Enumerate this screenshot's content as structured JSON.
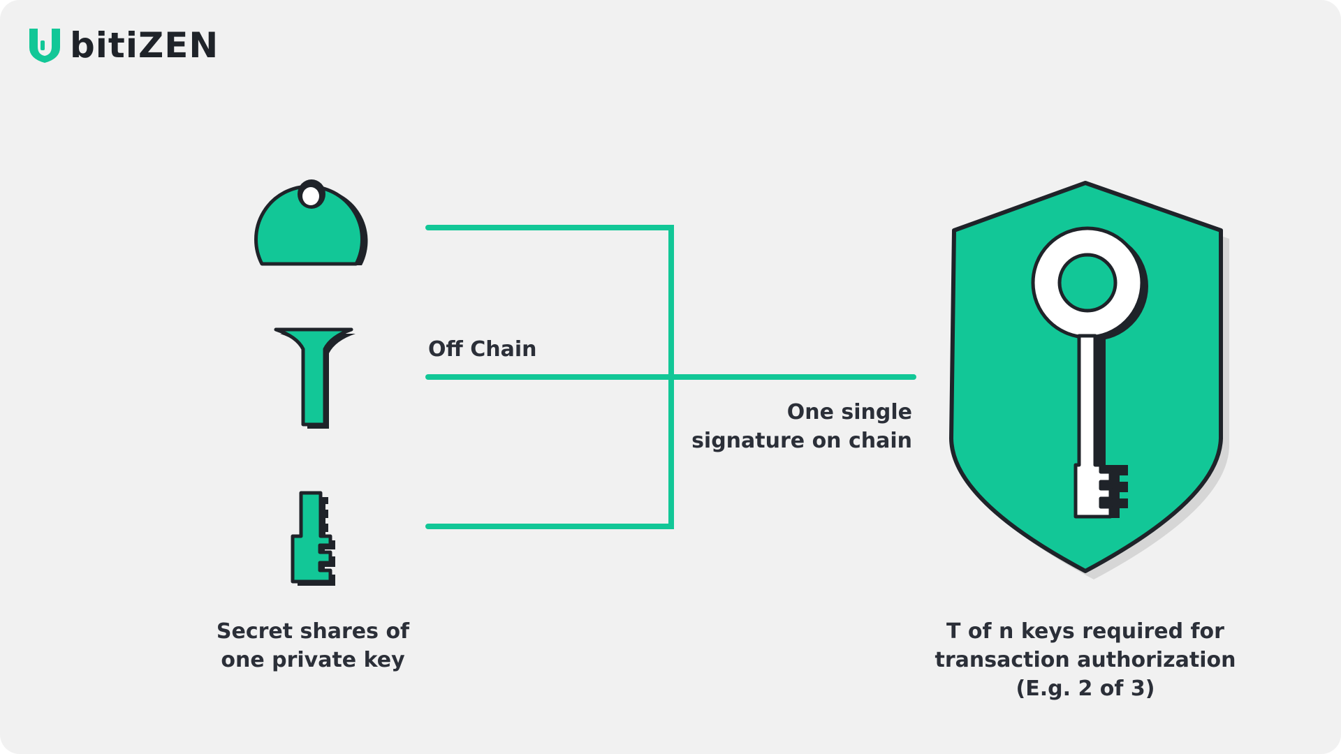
{
  "brand": {
    "name": "bitiZEN",
    "logo_icon": "shield-b-icon",
    "accent_color": "#12c797",
    "text_color": "#1f2329"
  },
  "diagram": {
    "shares_label_lines": [
      "Secret shares of",
      "one private key"
    ],
    "off_chain_label": "Off Chain",
    "single_signature_label_lines": [
      "One single",
      "signature on chain"
    ],
    "threshold_label_lines": [
      "T of n keys required for",
      "transaction authorization",
      "(E.g. 2 of 3)"
    ],
    "key_share_icons": [
      "key-bow-share-icon",
      "key-shaft-share-icon",
      "key-bit-share-icon"
    ],
    "result_icon": "shield-key-icon"
  }
}
